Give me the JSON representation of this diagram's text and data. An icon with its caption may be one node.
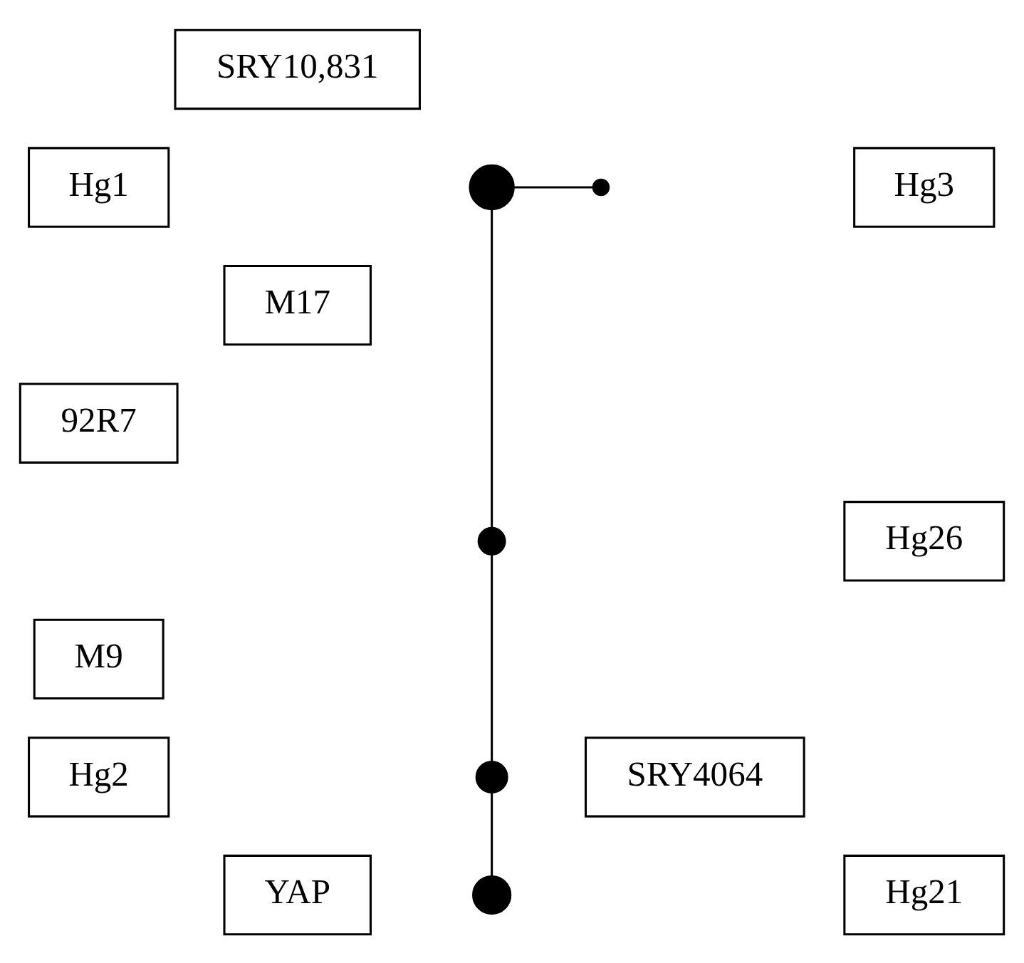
{
  "diagram": {
    "nodes": [
      {
        "text": [
          "Hg1"
        ]
      },
      {
        "text": [],
        "shape": "circle"
      },
      {
        "text": [
          "SRY10,831"
        ]
      },
      {
        "text": [],
        "shape": "circle"
      },
      {
        "text": [
          "Hg3"
        ]
      },
      {
        "text": [
          "M17"
        ]
      },
      {
        "text": [
          "92R7"
        ]
      },
      {
        "text": [],
        "shape": "circle"
      },
      {
        "text": [
          "Hg26"
        ]
      },
      {
        "text": [
          "M9"
        ]
      },
      {
        "text": [
          "Hg2"
        ]
      },
      {
        "text": [],
        "shape": "circle"
      },
      {
        "text": [
          "SRY4064"
        ]
      },
      {
        "text": [
          "YAP"
        ]
      },
      {
        "text": [],
        "shape": "circle"
      },
      {
        "text": [
          "Hg21"
        ]
      }
    ],
    "edges": [
      {
        "from": 1,
        "to": 3,
        "arrow": "none"
      },
      {
        "from": 1,
        "to": 7,
        "arrow": "none"
      },
      {
        "from": 7,
        "to": 11,
        "arrow": "none"
      },
      {
        "from": 11,
        "to": 14,
        "arrow": "none"
      }
    ]
  }
}
